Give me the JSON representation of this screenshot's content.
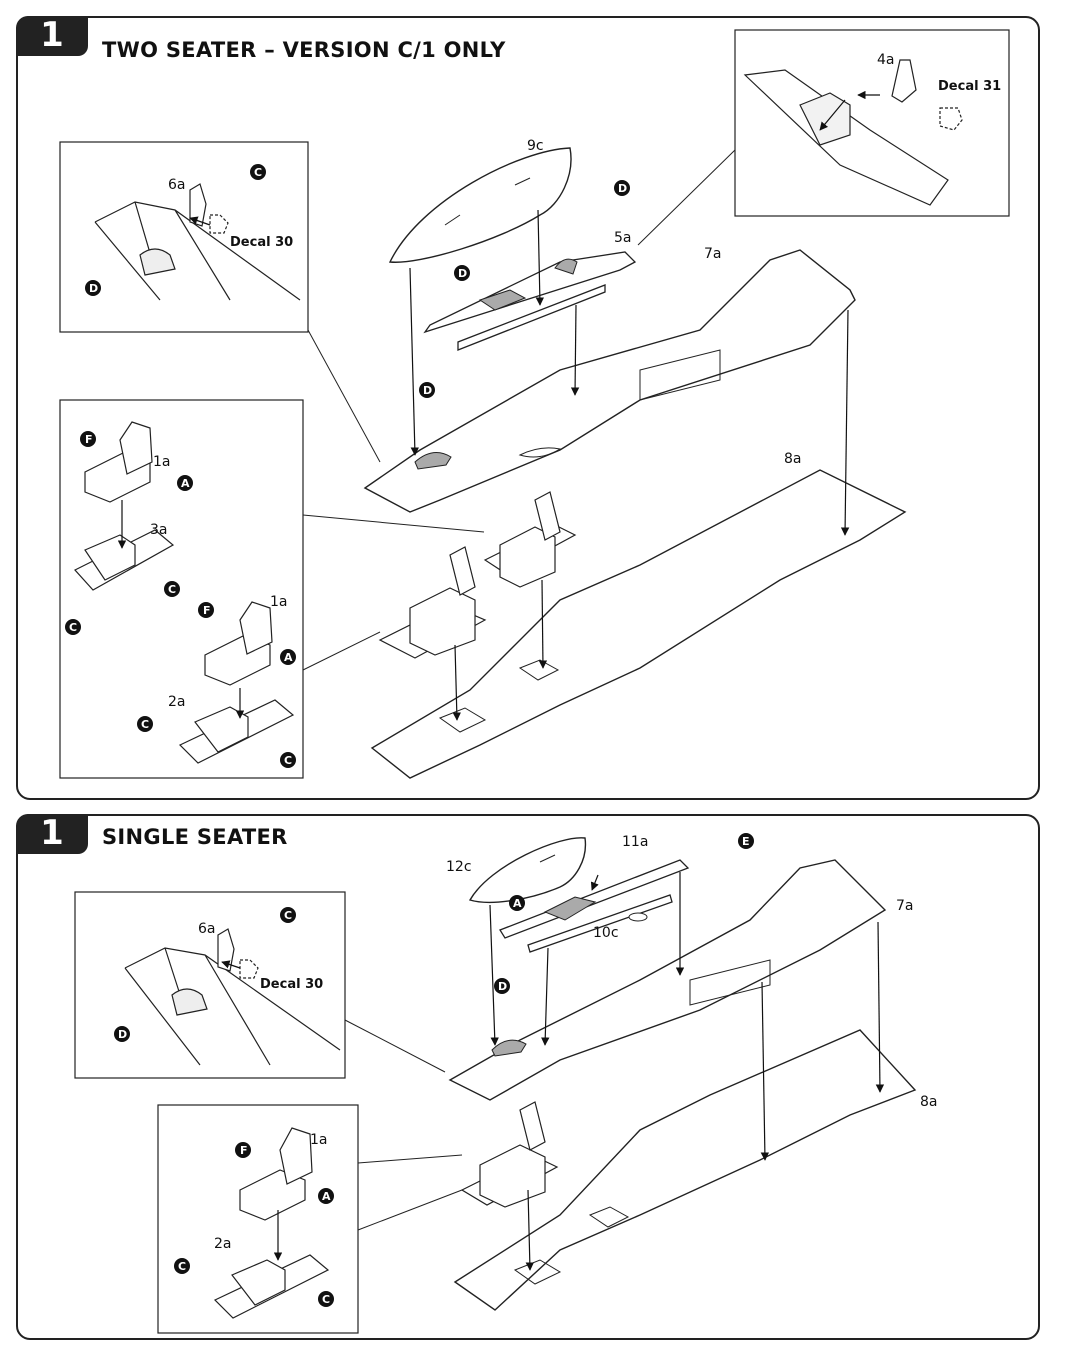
{
  "steps": [
    {
      "number": "1",
      "title": "TWO SEATER – VERSION C/1 ONLY",
      "parts": {
        "p9c": "9c",
        "p5a": "5a",
        "p7a": "7a",
        "p8a": "8a",
        "p6a": "6a",
        "p4a": "4a",
        "p1a_upper": "1a",
        "p3a": "3a",
        "p1a_lower": "1a",
        "p2a": "2a"
      },
      "decals": {
        "left": "Decal 30",
        "right": "Decal 31"
      },
      "callouts": [
        "C",
        "D",
        "D",
        "D",
        "D",
        "F",
        "A",
        "C",
        "C",
        "F",
        "A",
        "C",
        "C"
      ]
    },
    {
      "number": "1",
      "title": "SINGLE SEATER",
      "parts": {
        "p12c": "12c",
        "p11a": "11a",
        "p10c": "10c",
        "p7a": "7a",
        "p8a": "8a",
        "p6a": "6a",
        "p1a": "1a",
        "p2a": "2a"
      },
      "decals": {
        "left": "Decal 30"
      },
      "callouts": [
        "E",
        "A",
        "D",
        "C",
        "D",
        "F",
        "A",
        "C",
        "C"
      ]
    }
  ]
}
